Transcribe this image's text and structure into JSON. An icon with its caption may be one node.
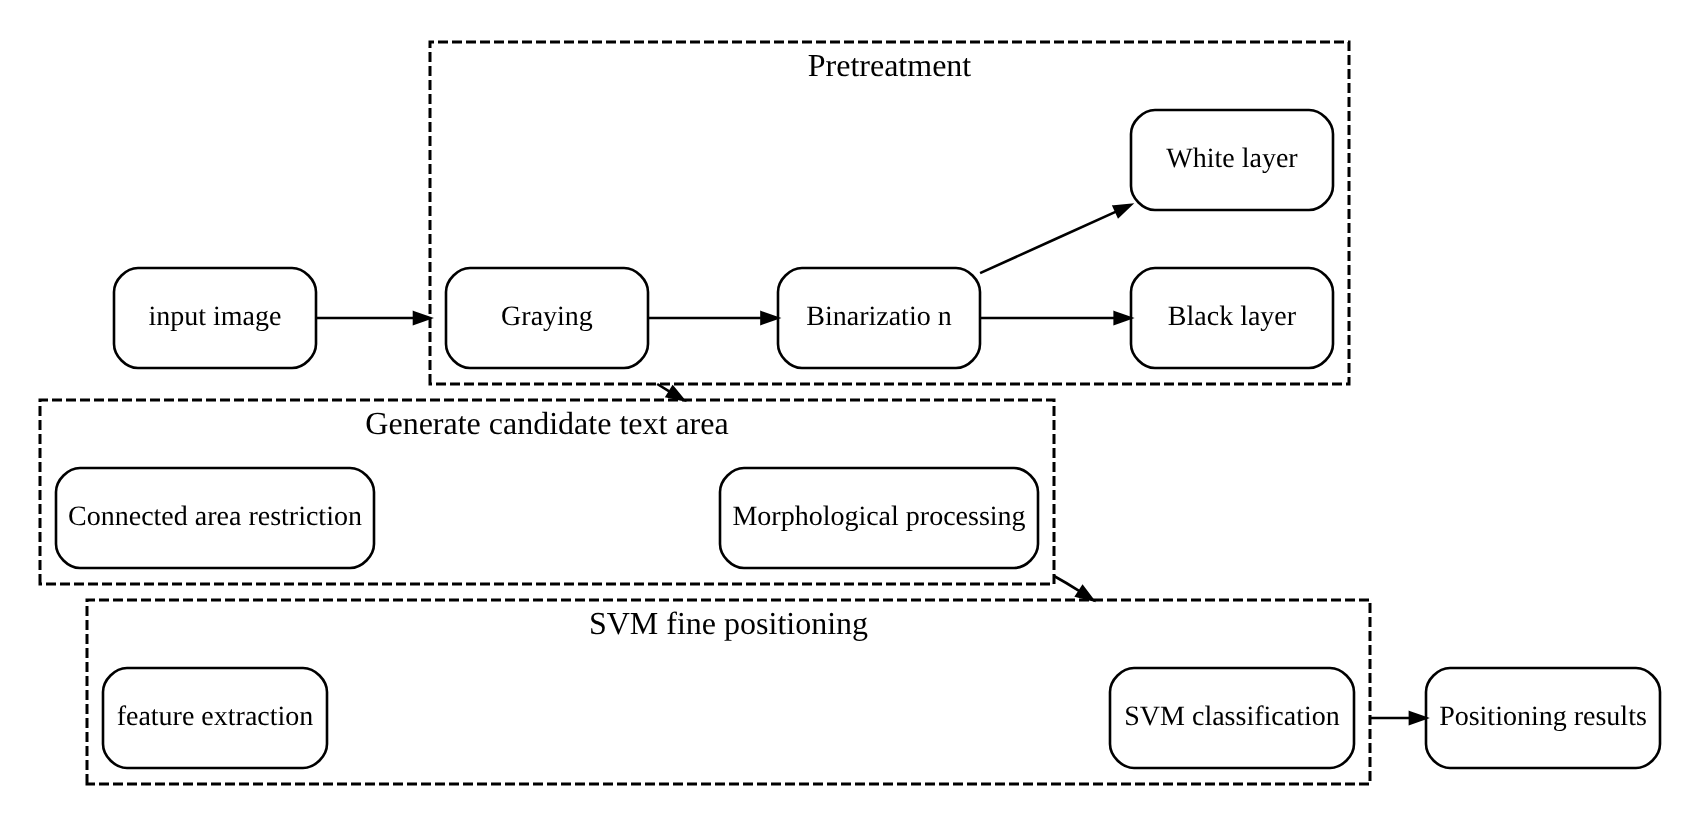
{
  "diagram": {
    "nodes": [
      {
        "text": [
          "input image"
        ]
      },
      {
        "text": [
          "Pretreatment"
        ]
      },
      {
        "text": [
          "Graying"
        ],
        "in": 1
      },
      {
        "text": [
          "Binarizatio n"
        ],
        "in": 1
      },
      {
        "text": [
          "Black layer"
        ],
        "in": 1
      },
      {
        "text": [
          "White layer"
        ],
        "in": 1
      },
      {
        "text": [
          "Generate candidate text area"
        ]
      },
      {
        "text": [
          "Morphological processing"
        ],
        "in": 6
      },
      {
        "text": [
          "Connected area restriction"
        ],
        "in": 6
      },
      {
        "text": [
          "SVM fine positioning"
        ]
      },
      {
        "text": [
          "SVM classification"
        ],
        "in": 9
      },
      {
        "text": [
          "feature extraction"
        ],
        "in": 9
      },
      {
        "text": [
          "Positioning results"
        ]
      }
    ],
    "edges": [
      {
        "from": 0,
        "to": 1,
        "arrow": "to"
      },
      {
        "from": 2,
        "to": 3,
        "arrow": "to"
      },
      {
        "from": 3,
        "to": 4,
        "arrow": "to"
      },
      {
        "from": 3,
        "to": 5,
        "arrow": "to"
      },
      {
        "from": 1,
        "to": 6,
        "arrow": "to"
      },
      {
        "from": 6,
        "to": 9,
        "arrow": "to"
      },
      {
        "from": 9,
        "to": 12,
        "arrow": "to"
      }
    ]
  }
}
